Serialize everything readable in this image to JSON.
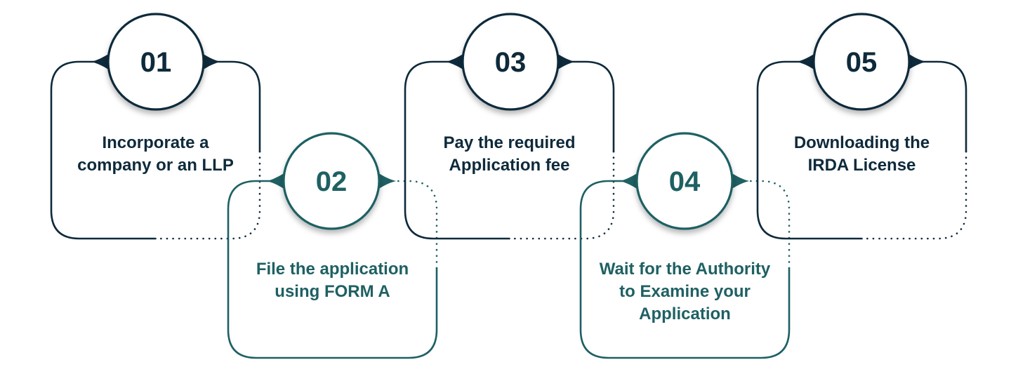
{
  "colors": {
    "dark": "#0e2a3b",
    "teal": "#1f6063",
    "background": "#ffffff"
  },
  "steps": [
    {
      "number": "01",
      "lines": [
        "Incorporate a",
        "company or an LLP"
      ],
      "color": "#0e2a3b"
    },
    {
      "number": "02",
      "lines": [
        "File the application",
        "using FORM A"
      ],
      "color": "#1f6063"
    },
    {
      "number": "03",
      "lines": [
        "Pay the required",
        "Application fee"
      ],
      "color": "#0e2a3b"
    },
    {
      "number": "04",
      "lines": [
        "Wait for the Authority",
        "to Examine your",
        "Application"
      ],
      "color": "#1f6063"
    },
    {
      "number": "05",
      "lines": [
        "Downloading the",
        "IRDA License"
      ],
      "color": "#0e2a3b"
    }
  ]
}
